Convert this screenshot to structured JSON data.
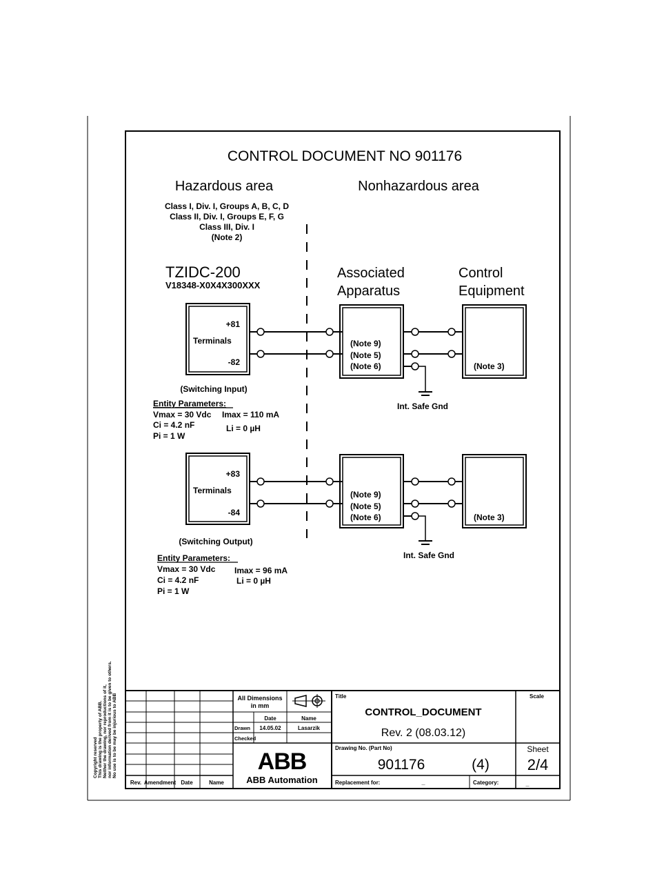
{
  "title": "CONTROL DOCUMENT NO 901176",
  "areas": {
    "hazardous": "Hazardous area",
    "nonhazardous": "Nonhazardous area"
  },
  "classification": [
    "Class I, Div. I, Groups A, B, C, D",
    "Class II, Div. I, Groups E, F, G",
    "Class III, Div. I",
    "(Note 2)"
  ],
  "device": {
    "name": "TZIDC-200",
    "model": "V18348-X0X4X300XXX"
  },
  "headings": {
    "associated_line1": "Associated",
    "associated_line2": "Apparatus",
    "control_line1": "Control",
    "control_line2": "Equipment"
  },
  "circuit_input": {
    "terminal_plus": "+81",
    "terminal_minus": "-82",
    "terminals_label": "Terminals",
    "notes": [
      "(Note 9)",
      "(Note 5)",
      "(Note 6)"
    ],
    "control_note": "(Note 3)",
    "gnd_label": "Int. Safe Gnd",
    "caption": "(Switching Input)",
    "params_title": "Entity Parameters:",
    "params": {
      "vmax": "Vmax = 30 Vdc",
      "imax": "Imax = 110 mA",
      "ci": "Ci = 4.2 nF",
      "li": "Li = 0 µH",
      "pi": "Pi = 1 W"
    }
  },
  "circuit_output": {
    "terminal_plus": "+83",
    "terminal_minus": "-84",
    "terminals_label": "Terminals",
    "notes": [
      "(Note 9)",
      "(Note 5)",
      "(Note 6)"
    ],
    "control_note": "(Note 3)",
    "gnd_label": "Int. Safe Gnd",
    "caption": "(Switching Output)",
    "params_title": "Entity Parameters:",
    "params": {
      "vmax": "Vmax = 30 Vdc",
      "imax": "Imax = 96 mA",
      "ci": "Ci = 4.2 nF",
      "li": "Li = 0 µH",
      "pi": "Pi = 1 W"
    }
  },
  "copyright": [
    "Copyright reserved",
    "This drawing is the property of ABB.",
    "Neither the drawing, nor reproductions of it,",
    "nor information derived from it is to be given to others.",
    "No use is to be may be injurious to ABB"
  ],
  "title_block": {
    "rev_headers": [
      "Rev.",
      "Amendment",
      "Date",
      "Name"
    ],
    "dimensions": "All Dimensions",
    "dimensions_unit": "in mm",
    "date_header": "Date",
    "name_header": "Name",
    "drawn_label": "Drawn",
    "drawn_date": "14.05.02",
    "drawn_name": "Lasarzik",
    "checked_label": "Checked",
    "logo": "ABB",
    "company": "ABB Automation",
    "title_label": "Title",
    "doc_title": "CONTROL_DOCUMENT",
    "revision": "Rev. 2 (08.03.12)",
    "scale_label": "Scale",
    "drawing_no_label": "Drawing No.   (Part No)",
    "drawing_no": "901176",
    "part_no": "(4)",
    "sheet_label": "Sheet",
    "sheet": "2/4",
    "replacement_label": "Replacement for:",
    "replacement": "_",
    "category_label": "Category:",
    "category": "_"
  }
}
